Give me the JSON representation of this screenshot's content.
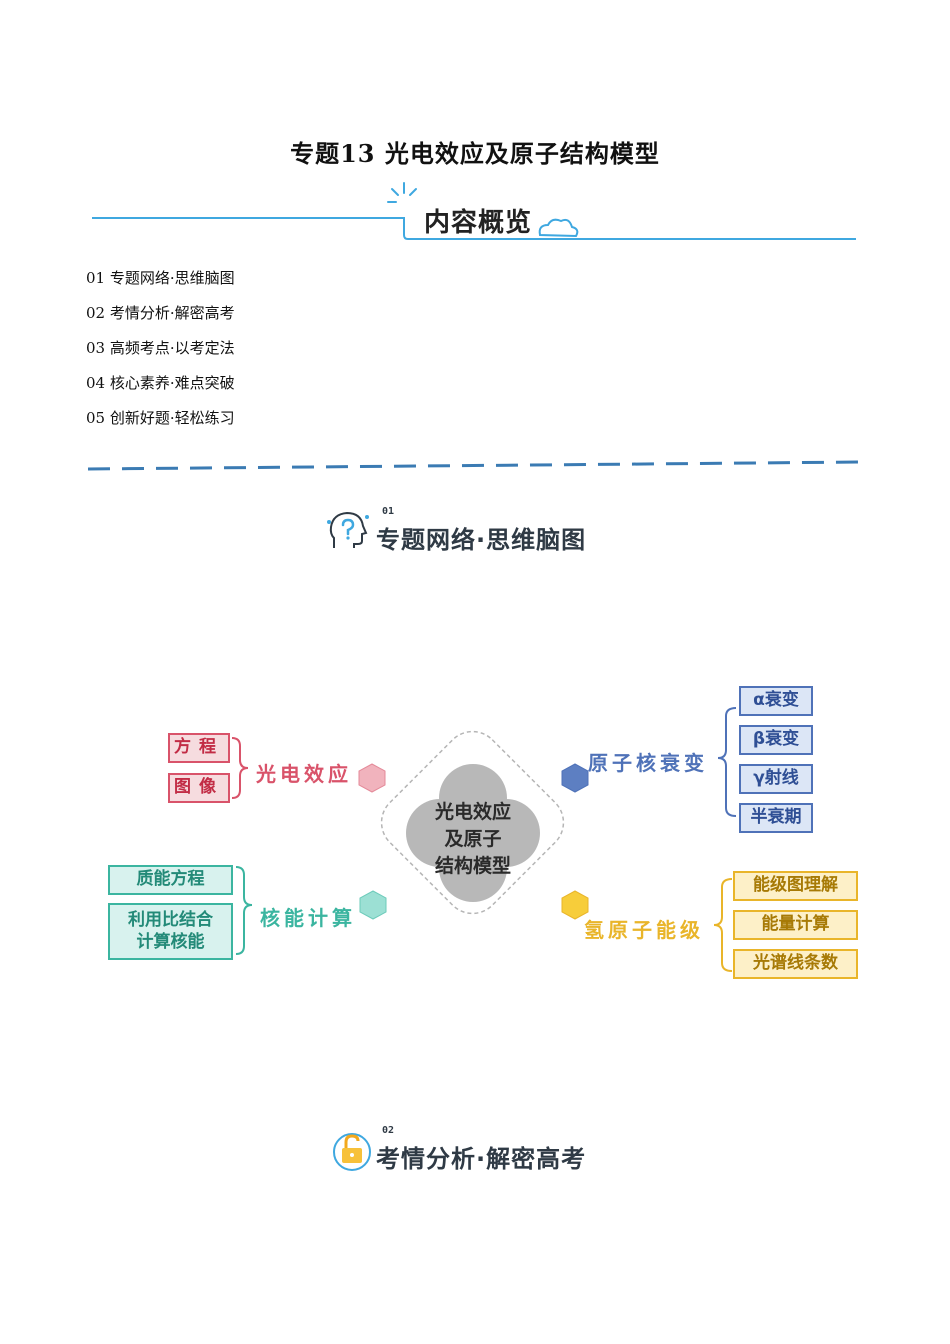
{
  "document": {
    "title": "专题13 光电效应及原子结构模型"
  },
  "overview": {
    "heading": "内容概览"
  },
  "toc": [
    "01 专题网络·思维脑图",
    "02 考情分析·解密高考",
    "03 高频考点·以考定法",
    "04 核心素养·难点突破",
    "05 创新好题·轻松练习"
  ],
  "sections": [
    {
      "number": "01",
      "title": "专题网络·思维脑图",
      "icon": "head-question-icon"
    },
    {
      "number": "02",
      "title": "考情分析·解密高考",
      "icon": "unlock-icon"
    }
  ],
  "mindmap": {
    "center": {
      "line1": "光电效应",
      "line2": "及原子",
      "line3": "结构模型"
    },
    "branches": {
      "photoelectric": {
        "label": "光电效应",
        "color": "#d9536a",
        "items": [
          "方程",
          "图像"
        ]
      },
      "nuclear_energy": {
        "label": "核能计算",
        "color": "#3bb5a0",
        "items": [
          "质能方程",
          "利用比结合计算核能"
        ]
      },
      "nuclear_decay": {
        "label": "原子核衰变",
        "color": "#4f72b8",
        "items": [
          "α衰变",
          "β衰变",
          "γ射线",
          "半衰期"
        ]
      },
      "hydrogen_levels": {
        "label": "氢原子能级",
        "color": "#e9b52a",
        "items": [
          "能级图理解",
          "能量计算",
          "光谱线条数"
        ]
      }
    }
  }
}
